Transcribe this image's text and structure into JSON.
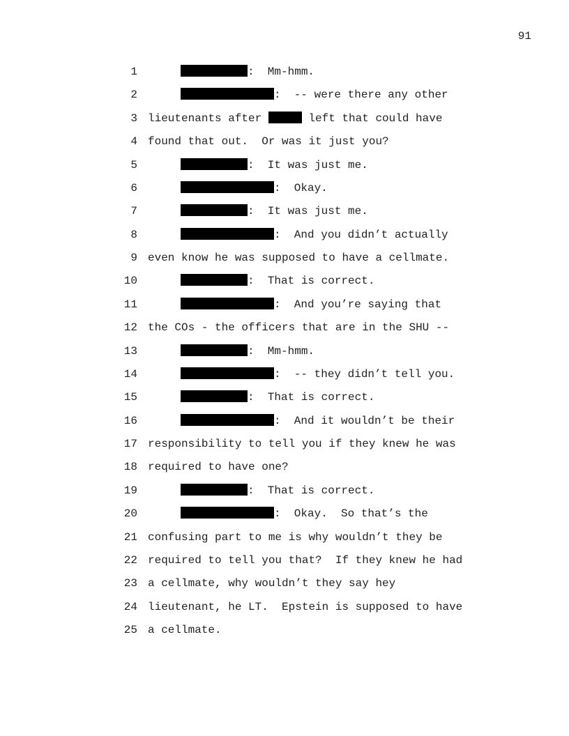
{
  "page_number": "91",
  "lines": [
    {
      "n": "1",
      "speaker": "short",
      "text": ":  Mm-hmm."
    },
    {
      "n": "2",
      "speaker": "long",
      "text": ":  -- were there any other"
    },
    {
      "n": "3",
      "parts": [
        "lieutenants after ",
        null,
        " left that could have"
      ]
    },
    {
      "n": "4",
      "text": "found that out.  Or was it just you?"
    },
    {
      "n": "5",
      "speaker": "short",
      "text": ":  It was just me."
    },
    {
      "n": "6",
      "speaker": "long",
      "text": ":  Okay."
    },
    {
      "n": "7",
      "speaker": "short",
      "text": ":  It was just me."
    },
    {
      "n": "8",
      "speaker": "long",
      "text": ":  And you didn’t actually"
    },
    {
      "n": "9",
      "text": "even know he was supposed to have a cellmate."
    },
    {
      "n": "10",
      "speaker": "short",
      "text": ":  That is correct."
    },
    {
      "n": "11",
      "speaker": "long",
      "text": ":  And you’re saying that"
    },
    {
      "n": "12",
      "text": "the COs - the officers that are in the SHU --"
    },
    {
      "n": "13",
      "speaker": "short",
      "text": ":  Mm-hmm."
    },
    {
      "n": "14",
      "speaker": "long",
      "text": ":  -- they didn’t tell you."
    },
    {
      "n": "15",
      "speaker": "short",
      "text": ":  That is correct."
    },
    {
      "n": "16",
      "speaker": "long",
      "text": ":  And it wouldn’t be their"
    },
    {
      "n": "17",
      "text": "responsibility to tell you if they knew he was"
    },
    {
      "n": "18",
      "text": "required to have one?"
    },
    {
      "n": "19",
      "speaker": "short",
      "text": ":  That is correct."
    },
    {
      "n": "20",
      "speaker": "long",
      "text": ":  Okay.  So that’s the"
    },
    {
      "n": "21",
      "text": "confusing part to me is why wouldn’t they be"
    },
    {
      "n": "22",
      "text": "required to tell you that?  If they knew he had"
    },
    {
      "n": "23",
      "text": "a cellmate, why wouldn’t they say hey"
    },
    {
      "n": "24",
      "text": "lieutenant, he LT.  Epstein is supposed to have"
    },
    {
      "n": "25",
      "text": "a cellmate."
    }
  ]
}
